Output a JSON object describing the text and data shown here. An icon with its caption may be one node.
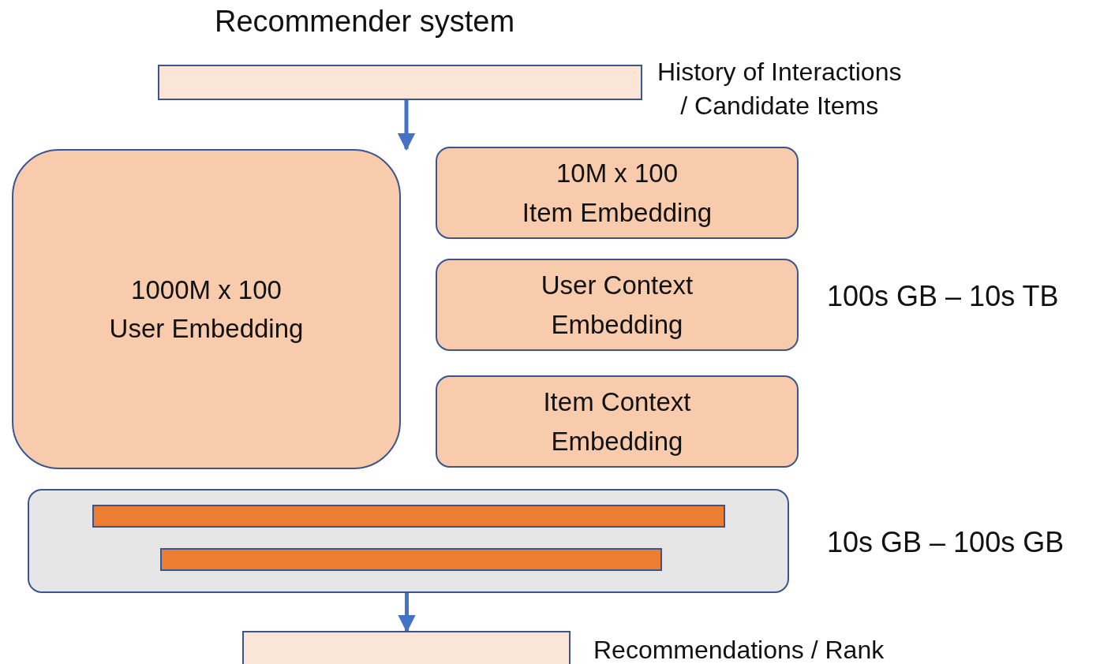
{
  "diagram": {
    "title": "Recommender system",
    "nodes": [
      {
        "text": [],
        "shape": "bar",
        "beside": [
          "History of Interactions / Candidate Items"
        ]
      },
      {
        "text": [
          "1000M x 100 User Embedding"
        ]
      },
      {
        "text": [
          "10M x 100 Item Embedding"
        ]
      },
      {
        "text": [
          "User Context Embedding"
        ]
      },
      {
        "text": [
          "Item Context Embedding"
        ]
      },
      {
        "text": [],
        "shape": "box"
      },
      {
        "text": [],
        "shape": "bar",
        "in": 5
      },
      {
        "text": [],
        "shape": "bar",
        "in": 5
      },
      {
        "text": [],
        "shape": "bar",
        "beside": [
          "Recommendations / Rank"
        ]
      }
    ],
    "edges": [
      {
        "from": 0,
        "to": 1,
        "arrow": "to"
      },
      {
        "from": 5,
        "to": 8,
        "arrow": "to"
      }
    ],
    "labels": [
      "100s GB – 10s TB",
      "10s GB – 100s GB"
    ]
  }
}
